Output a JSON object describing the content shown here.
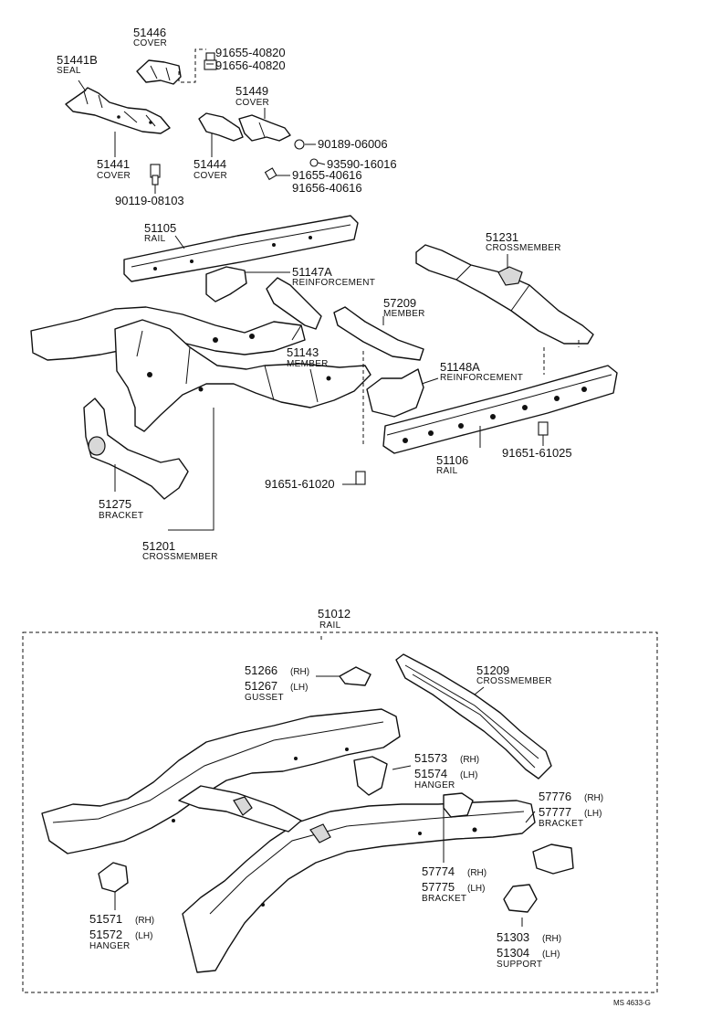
{
  "parts": {
    "p51446": {
      "num": "51446",
      "name": "COVER"
    },
    "p51441b": {
      "num": "51441B",
      "name": "SEAL"
    },
    "bolt_91655_40820": {
      "line1": "91655-40820",
      "line2": "91656-40820"
    },
    "p51449": {
      "num": "51449",
      "name": "COVER"
    },
    "nut_90189": {
      "num": "90189-06006"
    },
    "clip_93590": {
      "num": "93590-16016"
    },
    "bolt_91655_40616": {
      "line1": "91655-40616",
      "line2": "91656-40616"
    },
    "p51441": {
      "num": "51441",
      "name": "COVER"
    },
    "p51444": {
      "num": "51444",
      "name": "COVER"
    },
    "bolt_90119": {
      "num": "90119-08103"
    },
    "p51105": {
      "num": "51105",
      "name": "RAIL"
    },
    "p51231": {
      "num": "51231",
      "name": "CROSSMEMBER"
    },
    "p51147a": {
      "num": "51147A",
      "name": "REINFORCEMENT"
    },
    "p57209": {
      "num": "57209",
      "name": "MEMBER"
    },
    "p51143": {
      "num": "51143",
      "name": "MEMBER"
    },
    "p51148a": {
      "num": "51148A",
      "name": "REINFORCEMENT"
    },
    "p51106": {
      "num": "51106",
      "name": "RAIL"
    },
    "bolt_91651_61025": {
      "num": "91651-61025"
    },
    "bolt_91651_61020": {
      "num": "91651-61020"
    },
    "p51275": {
      "num": "51275",
      "name": "BRACKET"
    },
    "p51201": {
      "num": "51201",
      "name": "CROSSMEMBER"
    },
    "p51012": {
      "num": "51012",
      "name": "RAIL"
    },
    "p51266": {
      "num": "51266",
      "side": "(RH)"
    },
    "p51267": {
      "num": "51267",
      "side": "(LH)",
      "name": "GUSSET"
    },
    "p51209": {
      "num": "51209",
      "name": "CROSSMEMBER"
    },
    "p51573": {
      "num": "51573",
      "side": "(RH)"
    },
    "p51574": {
      "num": "51574",
      "side": "(LH)",
      "name": "HANGER"
    },
    "p57776": {
      "num": "57776",
      "side": "(RH)"
    },
    "p57777": {
      "num": "57777",
      "side": "(LH)",
      "name": "BRACKET"
    },
    "p57774": {
      "num": "57774",
      "side": "(RH)"
    },
    "p57775": {
      "num": "57775",
      "side": "(LH)",
      "name": "BRACKET"
    },
    "p51571": {
      "num": "51571",
      "side": "(RH)"
    },
    "p51572": {
      "num": "51572",
      "side": "(LH)",
      "name": "HANGER"
    },
    "p51303": {
      "num": "51303",
      "side": "(RH)"
    },
    "p51304": {
      "num": "51304",
      "side": "(LH)",
      "name": "SUPPORT"
    }
  },
  "footer": {
    "ref": "MS 4633-G"
  }
}
